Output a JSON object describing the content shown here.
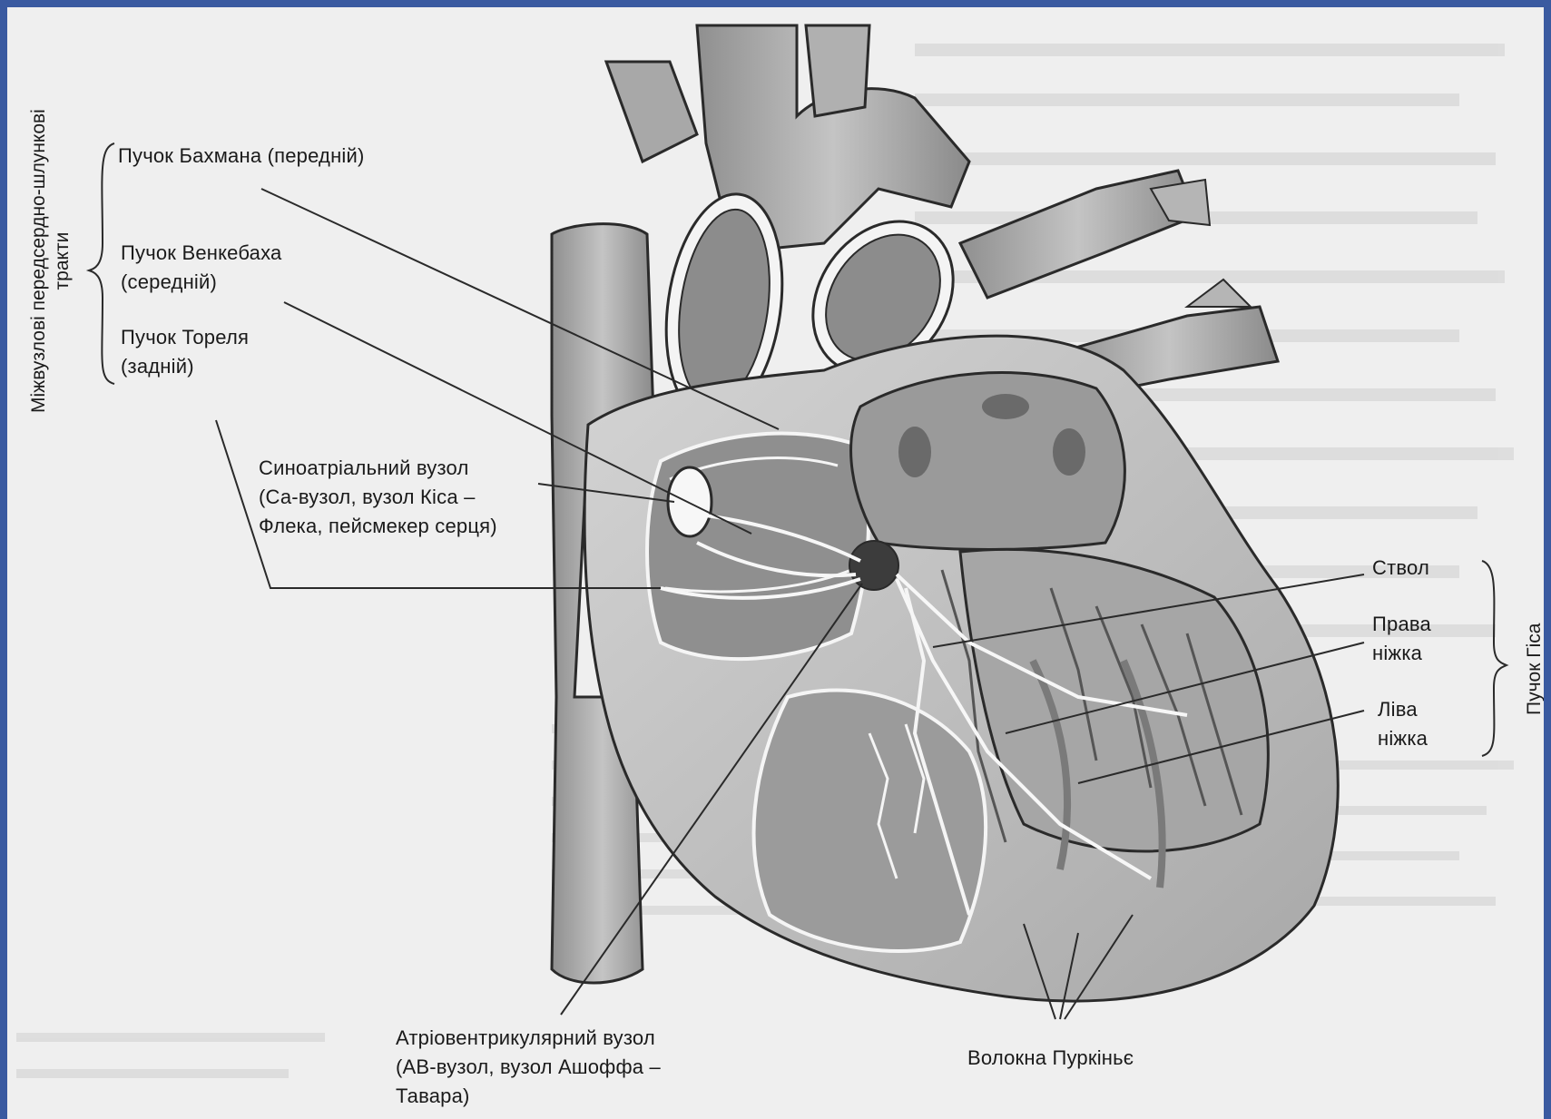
{
  "labels": {
    "bachmann": "Пучок Бахмана (передній)",
    "wenckebach_1": "Пучок Венкебаха",
    "wenckebach_2": "(середній)",
    "thorel_1": "Пучок Тореля",
    "thorel_2": "(задній)",
    "internodal_1": "Міжвузлові передсердно-шлункові",
    "internodal_2": "тракти",
    "sa_node_1": "Синоатріальний вузол",
    "sa_node_2": "(Са-вузол, вузол Кіса –",
    "sa_node_3": "Флека, пейсмекер серця)",
    "trunk": "Ствол",
    "right_branch_1": "Права",
    "right_branch_2": "ніжка",
    "left_branch_1": "Ліва",
    "left_branch_2": "ніжка",
    "his_bundle": "Пучок Гіса",
    "av_node_1": "Атріовентрикулярний вузол",
    "av_node_2": "(АВ-вузол, вузол Ашоффа –",
    "av_node_3": "Тавара)",
    "purkinje": "Волокна Пуркіньє"
  },
  "colors": {
    "frame": "#3a5aa0",
    "paper": "#efefef",
    "tissue_light": "#c9c9c9",
    "tissue_mid": "#9e9e9e",
    "tissue_dark": "#6f6f6f",
    "node": "#3c3c3c",
    "line": "#2a2a2a"
  }
}
